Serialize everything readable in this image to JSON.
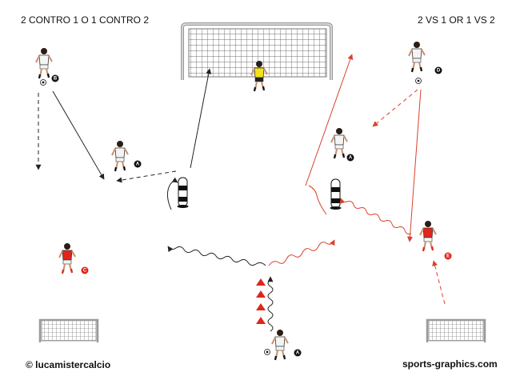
{
  "title_left": "2 CONTRO 1 O 1 CONTRO 2",
  "title_right": "2 VS 1 OR 1 VS 2",
  "copyright": "© lucamistercalcio",
  "website": "sports-graphics.com",
  "colors": {
    "attack_line": "#222222",
    "defend_line": "#d9412c",
    "red_team": "#e0261c",
    "white_team": "#f4f4f4",
    "goalkeeper": "#f1e21a",
    "badge_dark": "#111111",
    "badge_red": "#e0261c"
  },
  "players": [
    {
      "role": "white-player",
      "label": "B"
    },
    {
      "role": "white-player",
      "label": "A"
    },
    {
      "role": "goalkeeper",
      "label": ""
    },
    {
      "role": "white-player",
      "label": "A"
    },
    {
      "role": "white-player",
      "label": "D"
    },
    {
      "role": "red-player",
      "label": "C"
    },
    {
      "role": "red-player",
      "label": "E"
    },
    {
      "role": "white-player",
      "label": "A"
    }
  ],
  "equipment": [
    "big-goal",
    "small-goal-left",
    "small-goal-right",
    "dummy-left",
    "dummy-right",
    "cones"
  ]
}
